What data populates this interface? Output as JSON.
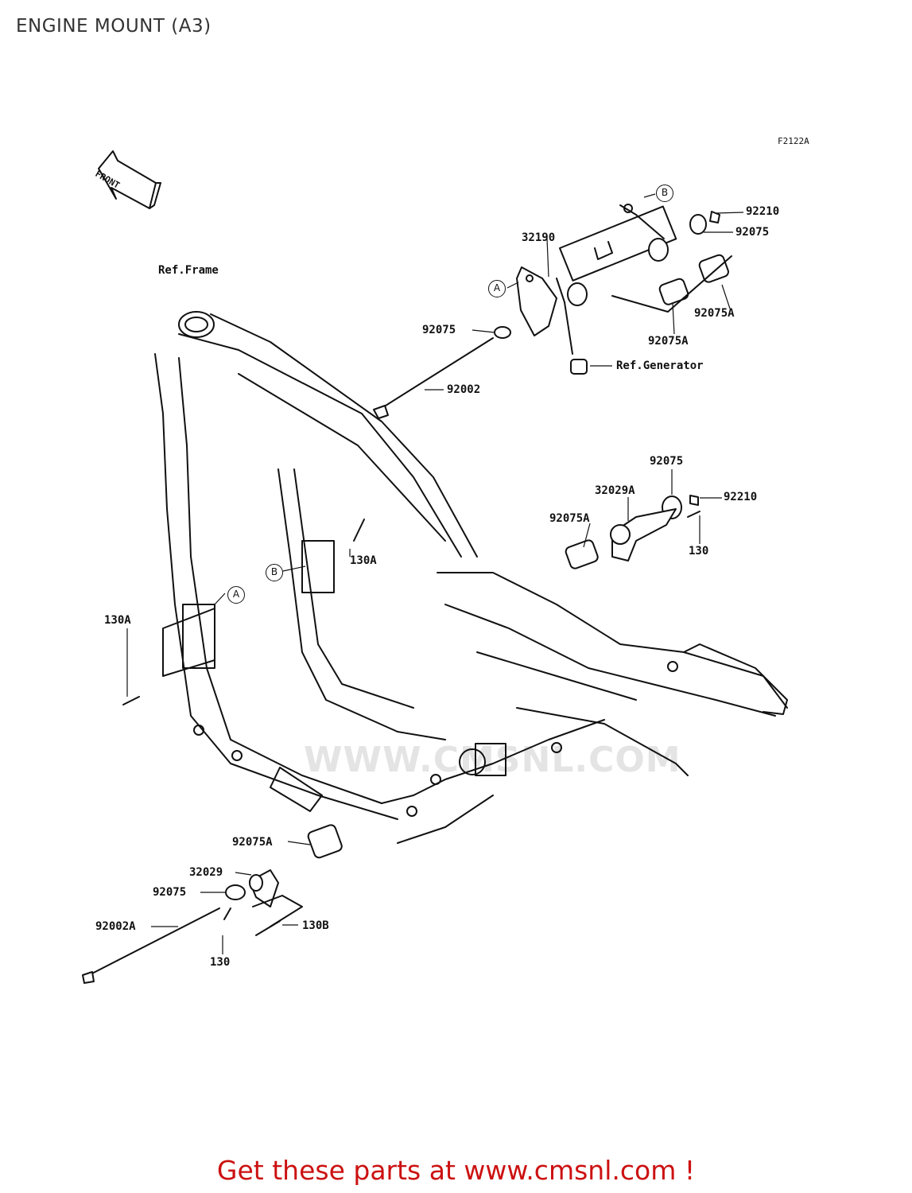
{
  "page": {
    "title": "ENGINE MOUNT (A3)",
    "figure_code": "F2122A"
  },
  "front_arrow": {
    "label": "FRONT"
  },
  "watermark": {
    "text": "WWW.CMSNL.COM"
  },
  "callouts": {
    "a": "A",
    "b": "B"
  },
  "labels": {
    "ref_frame": "Ref.Frame",
    "ref_generator": "Ref.Generator",
    "p32190": "32190",
    "p92210_top": "92210",
    "p92075_top_right": "92075",
    "p92075a_top_right": "92075A",
    "p92075_top_left": "92075",
    "p92075a_top_mid": "92075A",
    "p92002": "92002",
    "p92075_mid": "92075",
    "p32029a": "32029A",
    "p92210_mid": "92210",
    "p92075a_mid": "92075A",
    "p130_mid": "130",
    "p130a_mid": "130A",
    "p130a_left": "130A",
    "p92075a_bottom": "92075A",
    "p32029": "32029",
    "p92075_bottom": "92075",
    "p92002a": "92002A",
    "p130b": "130B",
    "p130_bottom": "130"
  },
  "footer": {
    "cta": "Get these parts at www.cmsnl.com !"
  }
}
